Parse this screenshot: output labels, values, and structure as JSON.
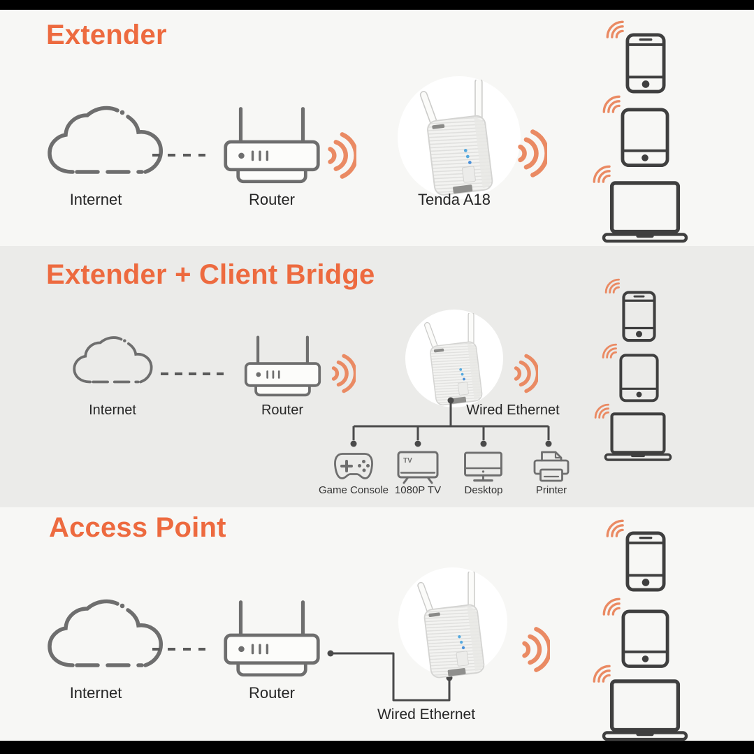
{
  "colors": {
    "accent": "#ED6A3F",
    "wave": "#EA8A63",
    "outline_gray": "#6E6E6E",
    "device_gray": "#3F3F3F",
    "wire_gray": "#4A4A4A",
    "dash_gray": "#5A5A5A",
    "section_bg": "#F7F7F5",
    "section_alt_bg": "#EBEBE9",
    "frame_bar": "#000000",
    "label_color": "#262626",
    "led_blue": "#55A9DE"
  },
  "sections": [
    {
      "id": "extender",
      "title": "Extender",
      "internet_label": "Internet",
      "router_label": "Router",
      "device_label": "Tenda A18"
    },
    {
      "id": "extender-client-bridge",
      "title": "Extender + Client Bridge",
      "internet_label": "Internet",
      "router_label": "Router",
      "wired_label": "Wired Ethernet",
      "tv_icon_text": "TV",
      "wired_devices": [
        {
          "label": "Game Console"
        },
        {
          "label": "1080P TV"
        },
        {
          "label": "Desktop"
        },
        {
          "label": "Printer"
        }
      ]
    },
    {
      "id": "access-point",
      "title": "Access Point",
      "internet_label": "Internet",
      "router_label": "Router",
      "wired_label": "Wired Ethernet"
    }
  ]
}
